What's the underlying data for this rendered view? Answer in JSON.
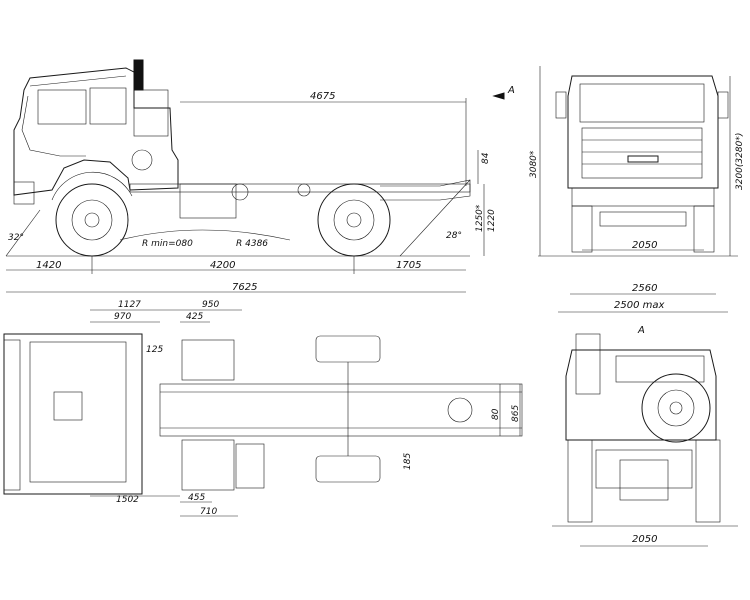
{
  "side_view": {
    "dim_overall_top": "4675",
    "dim_front_overhang": "1420",
    "dim_wheelbase": "4200",
    "dim_rear_overhang": "1705",
    "dim_total_length": "7625",
    "dim_frame_84": "84",
    "dim_height_1250": "1250*",
    "dim_height_1220": "1220",
    "label_radius_front": "R min=080",
    "label_radius_rear": "R 4386",
    "angle_front": "32°",
    "angle_rear": "28°",
    "view_marker": "A"
  },
  "front_view": {
    "dim_height_3080": "3080*",
    "dim_height_3200": "3200(3280*)",
    "dim_track_2050": "2050",
    "dim_width_2560": "2560",
    "dim_width_max": "2500 max"
  },
  "top_view": {
    "dim_1127": "1127",
    "dim_950": "950",
    "dim_970": "970",
    "dim_425": "425",
    "dim_125": "125",
    "dim_80": "80",
    "dim_865": "865",
    "dim_185": "185",
    "dim_1502": "1502",
    "dim_455": "455",
    "dim_710": "710"
  },
  "rear_view": {
    "view_marker": "A",
    "dim_track_2050": "2050"
  }
}
